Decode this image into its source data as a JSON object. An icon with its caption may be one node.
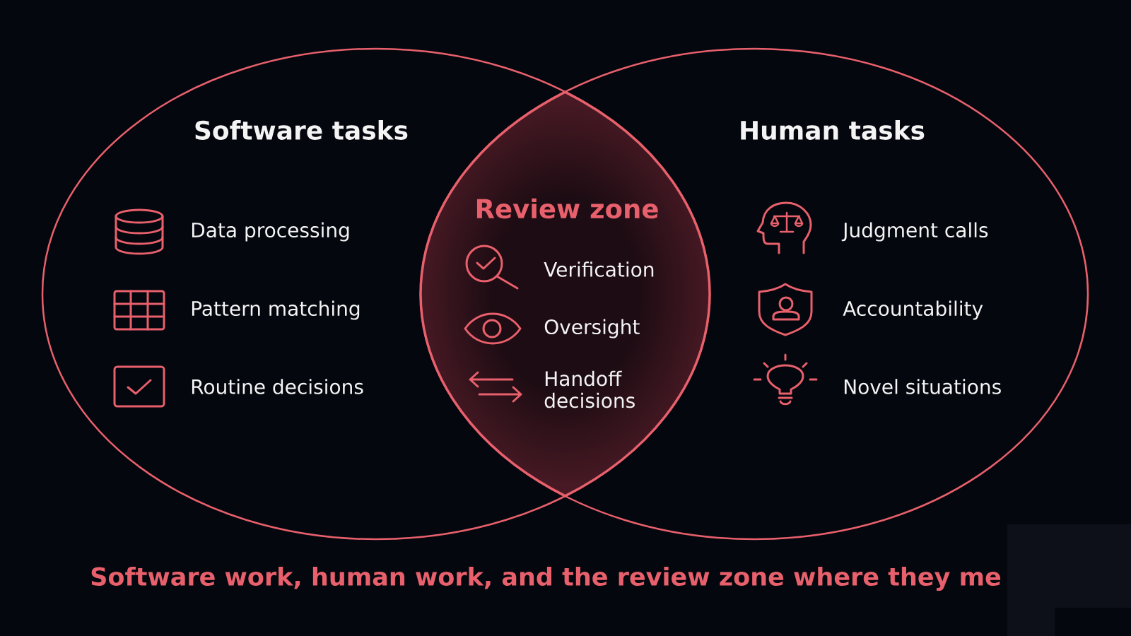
{
  "diagram": {
    "caption": "Software work, human work, and the review zone where they me",
    "nodes": [
      {
        "text": [
          "Software tasks",
          "Data processing",
          "Pattern matching",
          "Routine decisions"
        ]
      },
      {
        "text": [
          "Review zone",
          "Verification",
          "Oversight",
          "Handoff decisions"
        ]
      },
      {
        "text": [
          "Human tasks",
          "Judgment calls",
          "Accountability",
          "Novel situations"
        ]
      }
    ]
  }
}
